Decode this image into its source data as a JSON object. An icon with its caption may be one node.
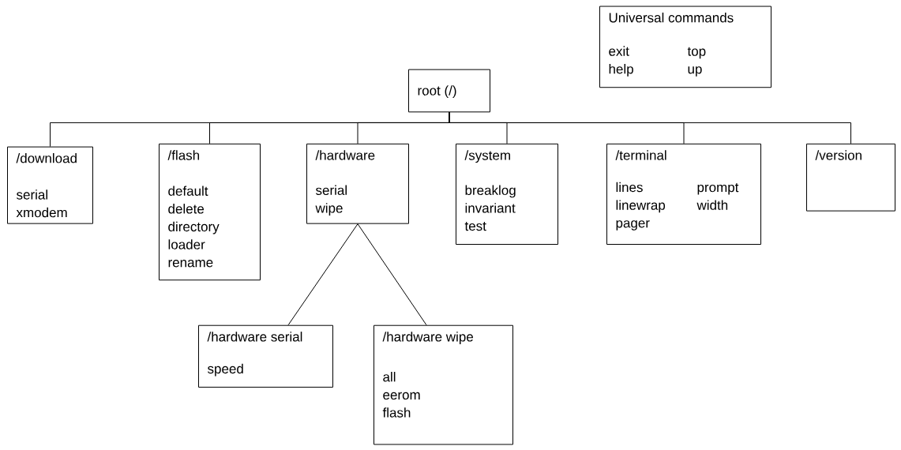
{
  "diagram": {
    "nodes": [
      {
        "text": [
          "Universal commands",
          "exit",
          "top",
          "help",
          "up"
        ]
      },
      {
        "text": [
          "root (/)"
        ]
      },
      {
        "text": [
          "/download",
          "serial",
          "xmodem"
        ]
      },
      {
        "text": [
          "/flash",
          "default",
          "delete",
          "directory",
          "loader",
          "rename"
        ]
      },
      {
        "text": [
          "/hardware",
          "serial",
          "wipe"
        ]
      },
      {
        "text": [
          "/system",
          "breaklog",
          "invariant",
          "test"
        ]
      },
      {
        "text": [
          "/terminal",
          "lines",
          "prompt",
          "linewrap",
          "width",
          "pager"
        ]
      },
      {
        "text": [
          "/version"
        ]
      },
      {
        "text": [
          "/hardware serial",
          "speed"
        ]
      },
      {
        "text": [
          "/hardware wipe",
          "all",
          "eerom",
          "flash"
        ]
      }
    ],
    "edges": [
      {
        "from": 1,
        "to": 2,
        "arrow": "none"
      },
      {
        "from": 1,
        "to": 3,
        "arrow": "none"
      },
      {
        "from": 1,
        "to": 4,
        "arrow": "none"
      },
      {
        "from": 1,
        "to": 5,
        "arrow": "none"
      },
      {
        "from": 1,
        "to": 6,
        "arrow": "none"
      },
      {
        "from": 1,
        "to": 7,
        "arrow": "none"
      },
      {
        "from": 4,
        "to": 8,
        "arrow": "none"
      },
      {
        "from": 4,
        "to": 9,
        "arrow": "none"
      }
    ]
  }
}
